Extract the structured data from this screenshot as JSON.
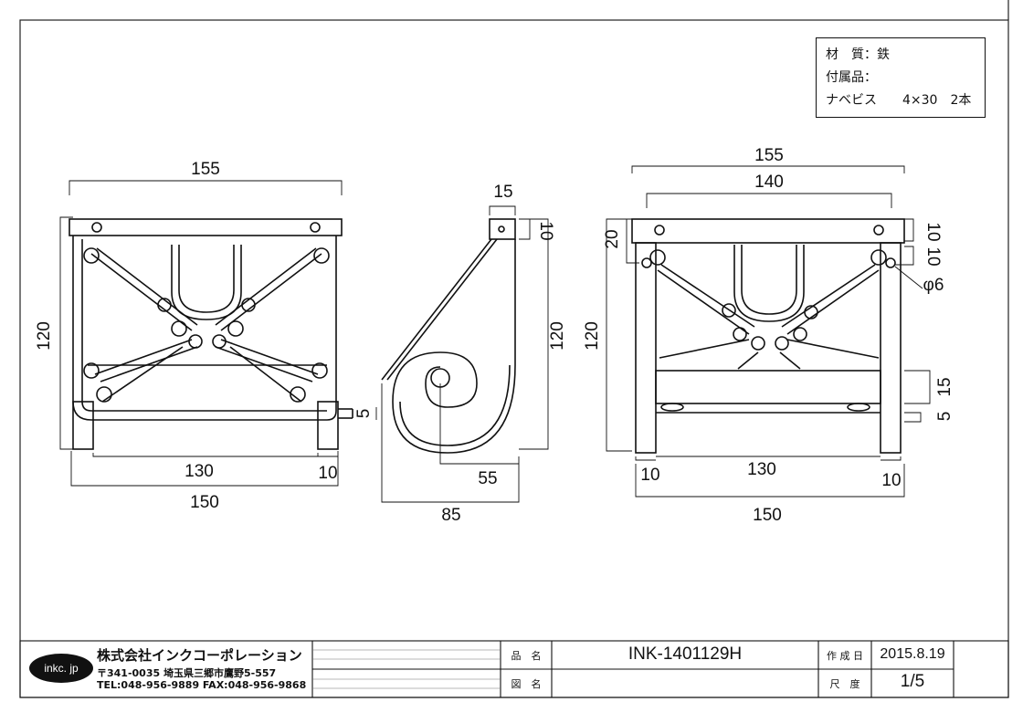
{
  "notes": {
    "material": "材　質：鉄",
    "accessories": "付属品：",
    "screws": "ナベビス　　4×30　2本"
  },
  "front_view": {
    "width_top": "155",
    "height": "120",
    "inner_width": "130",
    "leg": "10",
    "base_width": "150"
  },
  "side_view": {
    "top_width": "15",
    "top_height": "10",
    "height": "120",
    "gap": "5",
    "roll_width": "55",
    "depth": "85"
  },
  "rear_view": {
    "width_top": "155",
    "hole_span": "140",
    "height": "120",
    "top_offset": "20",
    "plate_a": "10",
    "plate_b": "10",
    "hole_label": "φ6",
    "bar_height": "15",
    "bar_gap": "5",
    "leg_left": "10",
    "inner_width": "130",
    "leg_right": "10",
    "base_width": "150"
  },
  "title_block": {
    "logo": "inkc. jp",
    "company": "株式会社インクコーポレーション",
    "address": "〒341-0035 埼玉県三郷市鷹野5-557",
    "contact": "TEL:048-956-9889  FAX:048-956-9868",
    "product_label": "品　名",
    "product_value": "INK-1401129H",
    "drawing_label": "図　名",
    "drawing_value": "",
    "date_label": "作 成 日",
    "date_value": "2015.8.19",
    "scale_label": "尺　度",
    "scale_value": "1/5"
  }
}
